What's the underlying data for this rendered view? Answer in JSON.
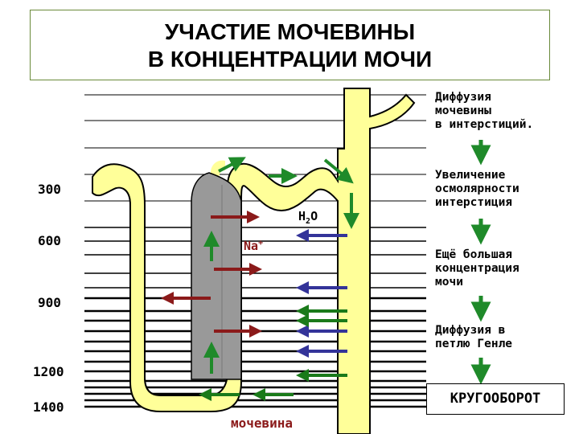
{
  "title": {
    "line1": "УЧАСТИЕ МОЧЕВИНЫ",
    "line2": "В КОНЦЕНТРАЦИИ МОЧИ"
  },
  "scale": {
    "labels": [
      "300",
      "600",
      "900",
      "1200",
      "1400"
    ]
  },
  "diagram_labels": {
    "water": "H",
    "water_sub": "2",
    "water_tail": "O",
    "sodium": "Na",
    "sodium_sup": "+",
    "urea": "мочевина"
  },
  "steps": [
    "Диффузия\nмочевины\nв интерстиций.",
    "Увеличение\nосмолярности\nинтерстиция",
    "Ещё большая\nконцентрация\nмочи",
    "Диффузия в\nпетлю Генле"
  ],
  "final_step": "КРУГООБОРОТ",
  "colors": {
    "tubule_fill": "#ffff99",
    "tubule_outline": "#000000",
    "thick_limb": "#999999",
    "na_arrow": "#8b1a1a",
    "water_arrow": "#333399",
    "urea_arrow": "#1a7a1a",
    "flow_arrow": "#1f8a2a",
    "title_border": "#6a8a3a"
  }
}
